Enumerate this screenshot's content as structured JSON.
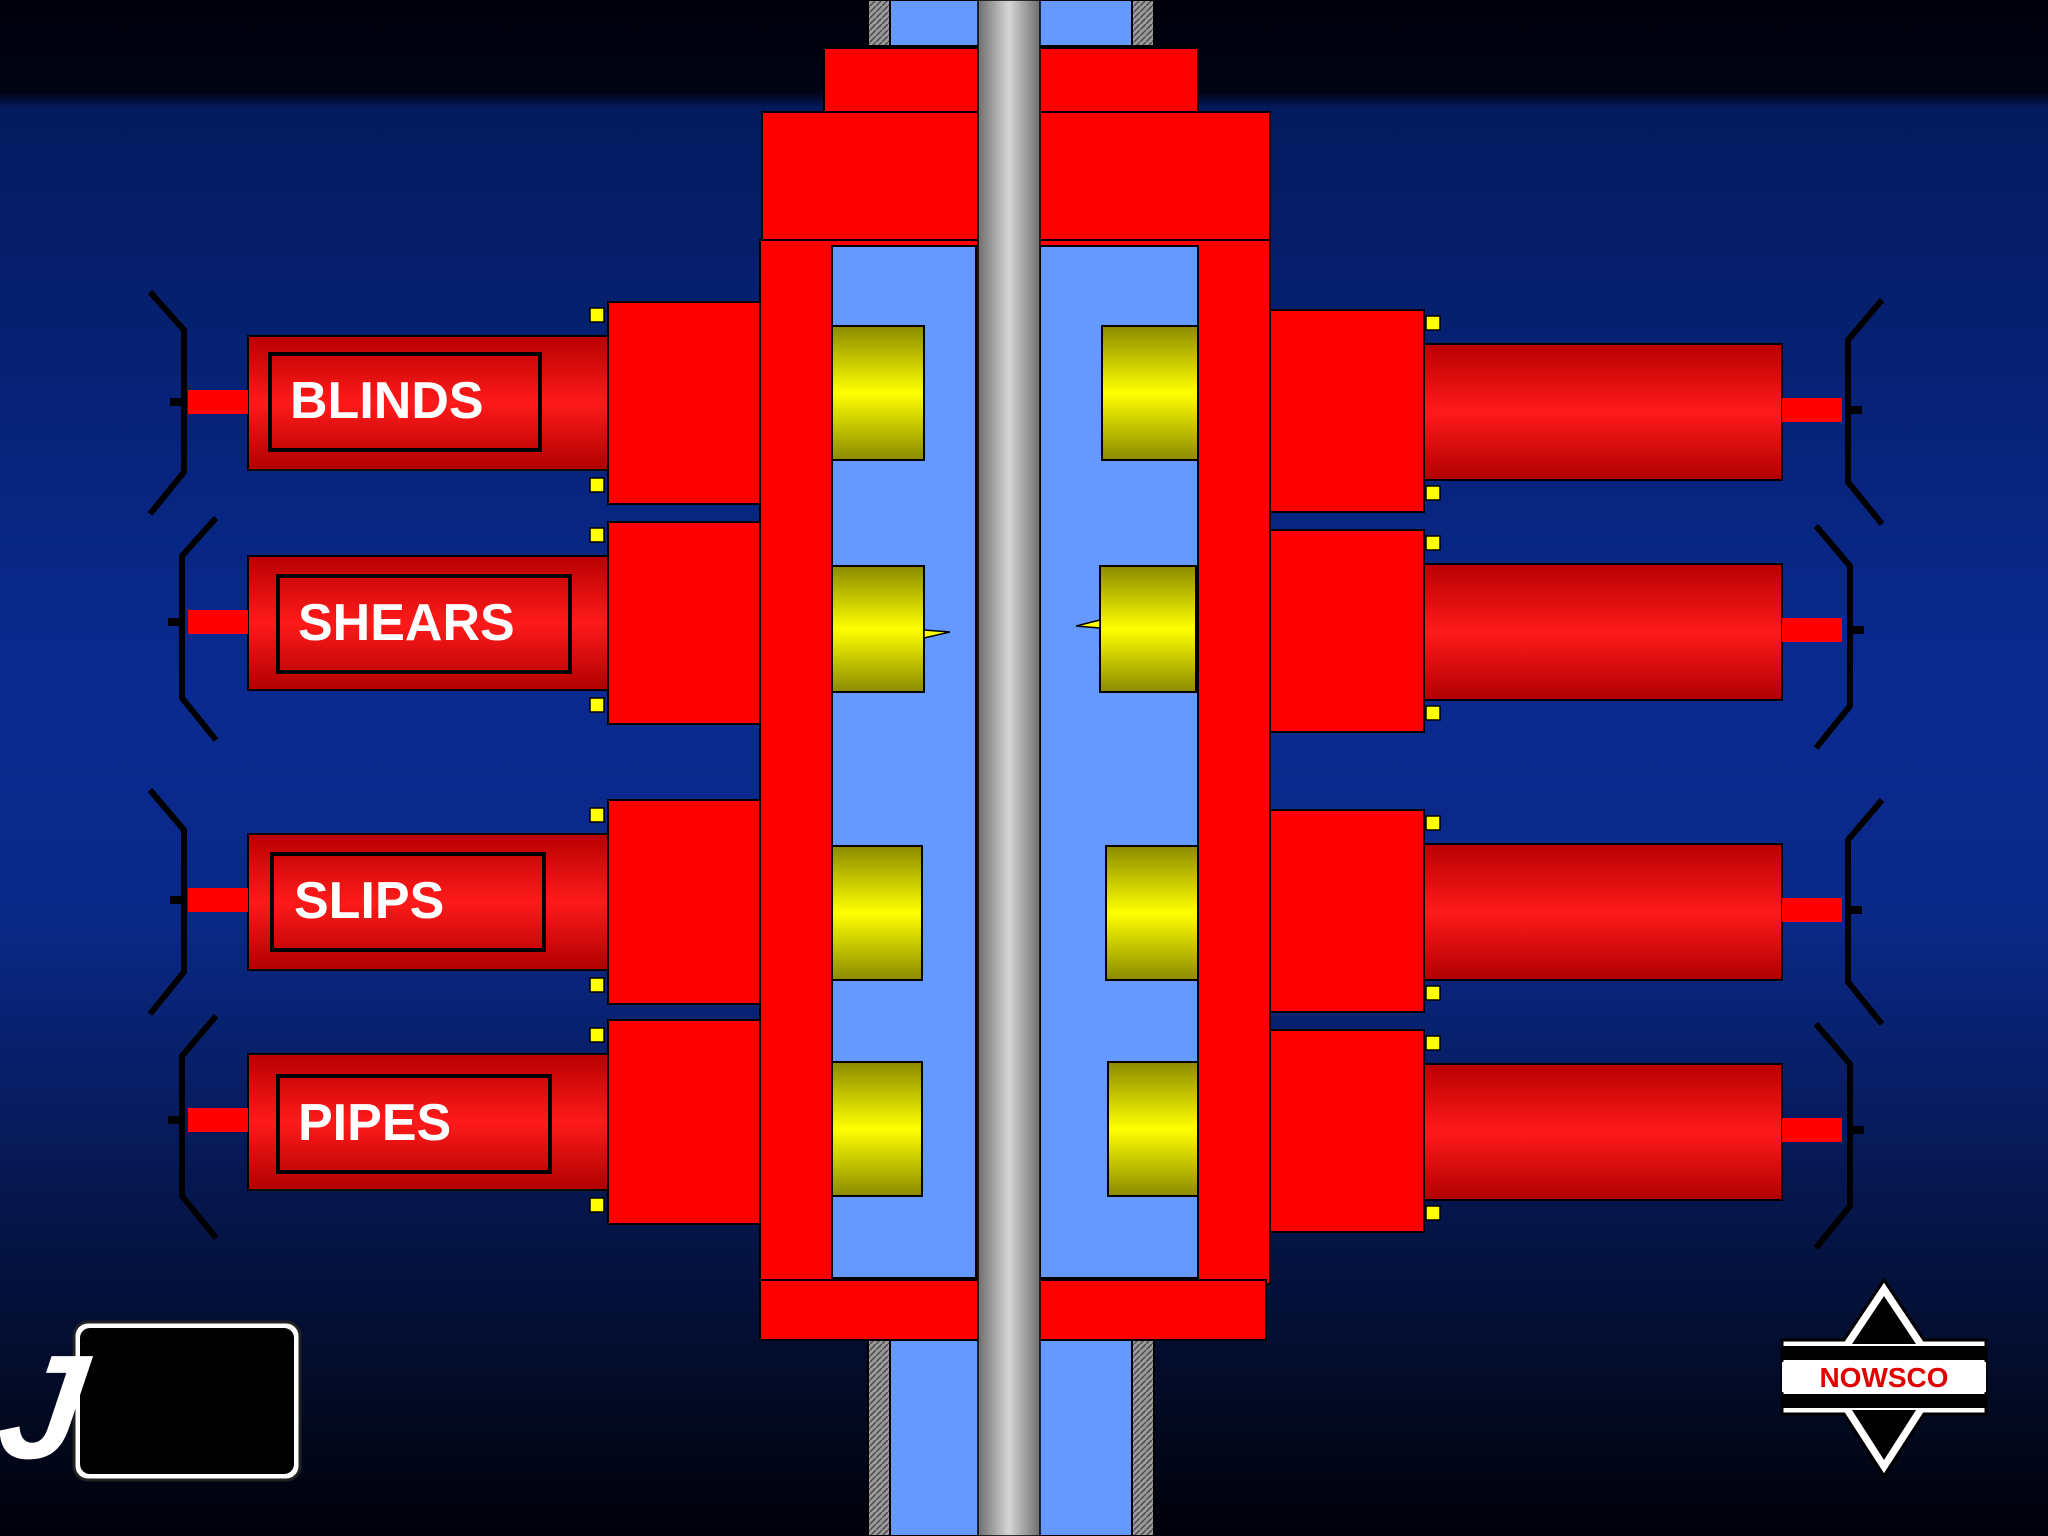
{
  "rams": [
    {
      "label": "BLINDS"
    },
    {
      "label": "SHEARS"
    },
    {
      "label": "SLIPS"
    },
    {
      "label": "PIPES"
    }
  ],
  "logos": {
    "left": {
      "text": "BJ",
      "icon": "bj-logo-icon"
    },
    "right": {
      "text": "NOWSCO",
      "icon": "nowsco-star-icon"
    }
  },
  "colors": {
    "body": "#ff0000",
    "bore": "#6699ff",
    "rod": "#bdbdbd",
    "ram_block": "#ffff00",
    "bolt": "#ffff00",
    "background_top": "#000010",
    "background_mid": "#0a2a8a",
    "outline": "#000000"
  }
}
